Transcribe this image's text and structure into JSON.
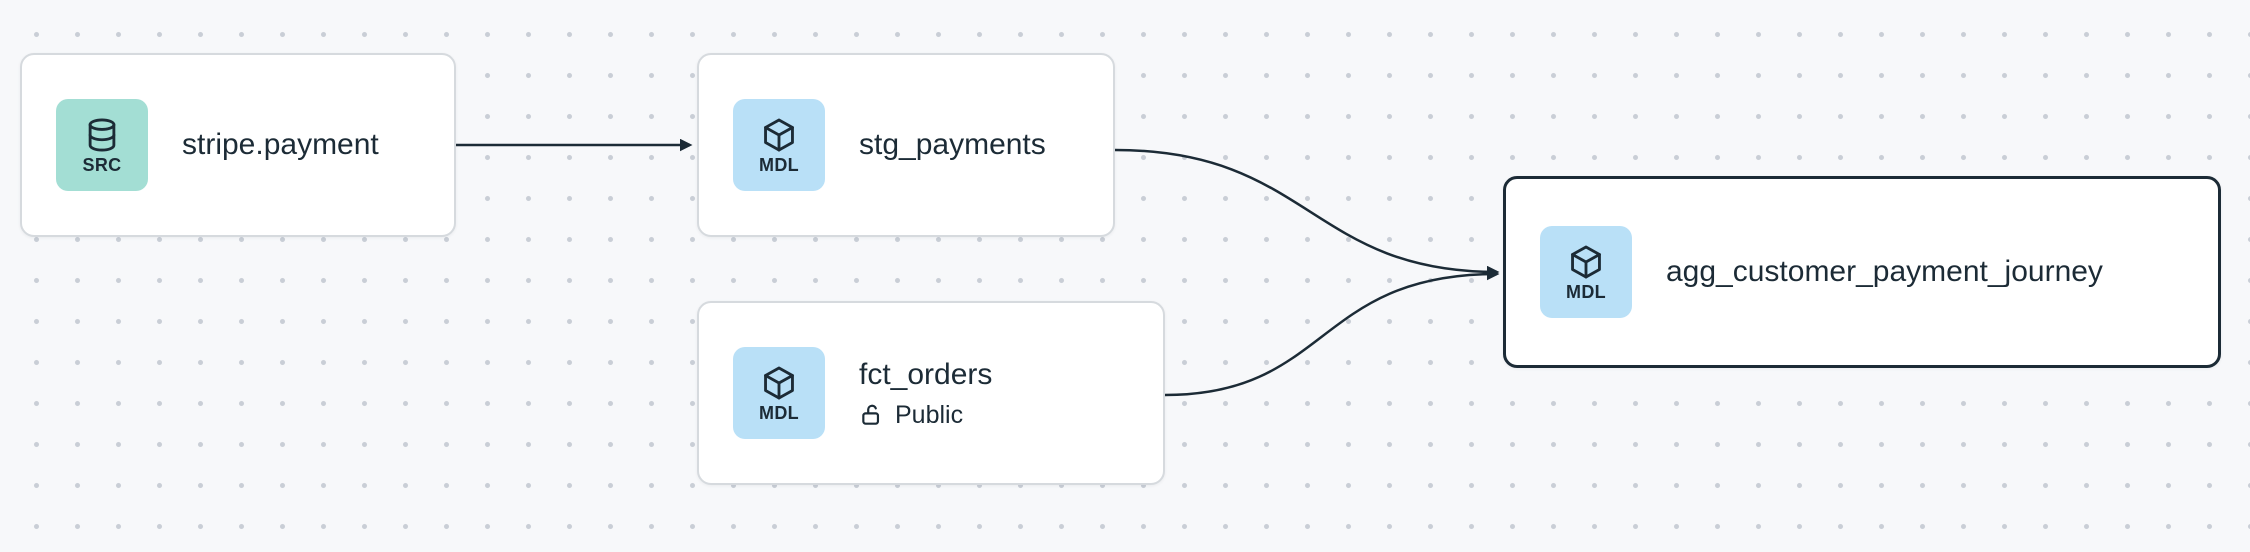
{
  "app": {
    "view": "lineage-graph"
  },
  "canvas": {
    "background_color": "#f7f8fa",
    "dot_color": "#c9ced6"
  },
  "colors": {
    "node_background": "#ffffff",
    "node_border": "#d6dade",
    "selected_node_border": "#1c2b36",
    "edge": "#1c2b36",
    "text": "#1c2b36",
    "source_badge_background": "#a3ded4",
    "model_badge_background": "#b9e0f7"
  },
  "nodes": [
    {
      "id": "stripe.payment",
      "label": "stripe.payment",
      "badge": {
        "label": "SRC",
        "icon": "database-icon",
        "background": "#a3ded4"
      },
      "selected": false
    },
    {
      "id": "stg_payments",
      "label": "stg_payments",
      "badge": {
        "label": "MDL",
        "icon": "cube-icon",
        "background": "#b9e0f7"
      },
      "selected": false
    },
    {
      "id": "fct_orders",
      "label": "fct_orders",
      "badge": {
        "label": "MDL",
        "icon": "cube-icon",
        "background": "#b9e0f7"
      },
      "visibility": {
        "icon": "lock-open-icon",
        "label": "Public"
      },
      "selected": false
    },
    {
      "id": "agg_customer_payment_journey",
      "label": "agg_customer_payment_journey",
      "badge": {
        "label": "MDL",
        "icon": "cube-icon",
        "background": "#b9e0f7"
      },
      "selected": true
    }
  ],
  "edges": [
    {
      "from": "stripe.payment",
      "to": "stg_payments"
    },
    {
      "from": "stg_payments",
      "to": "agg_customer_payment_journey"
    },
    {
      "from": "fct_orders",
      "to": "agg_customer_payment_journey"
    }
  ]
}
